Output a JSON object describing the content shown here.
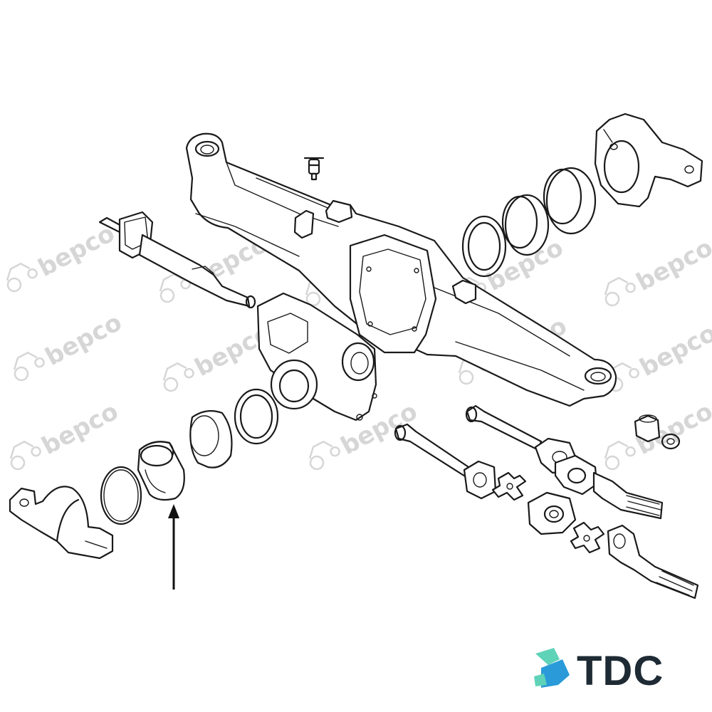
{
  "watermark": {
    "text": "bepco"
  },
  "logo": {
    "text": "TDC",
    "mark_colors": [
      "#5fd3b8",
      "#2a9bd8"
    ]
  },
  "callout": {
    "target": "bushing",
    "direction": "up"
  },
  "colors": {
    "line": "#1a1a1a",
    "watermark": "#d6d6d6",
    "logo_text": "#1e2a34"
  }
}
